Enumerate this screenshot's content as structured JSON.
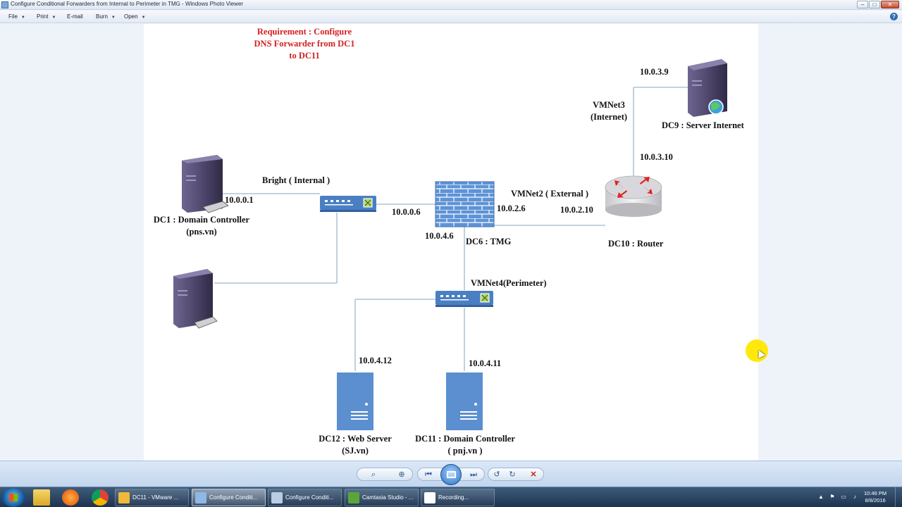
{
  "window": {
    "title": "Configure Conditional Forwarders from Internal to Perimeter in TMG - Windows Photo Viewer",
    "minimize": "–",
    "maximize": "□",
    "close": "✕"
  },
  "menu": {
    "items": [
      {
        "label": "File"
      },
      {
        "label": "Print"
      },
      {
        "label": "E-mail"
      },
      {
        "label": "Burn"
      },
      {
        "label": "Open"
      }
    ],
    "help": "?"
  },
  "diagram": {
    "requirement": [
      "Requirement : Configure",
      "DNS Forwarder from DC1",
      "to DC11"
    ],
    "labels": {
      "ip_dc9": "10.0.3.9",
      "vmnet3": [
        "VMNet3",
        "(Internet)"
      ],
      "dc9": "DC9 : Server Internet",
      "ip_router_ext": "10.0.3.10",
      "bright": "Bright ( Internal )",
      "ip_dc1": "10.0.0.1",
      "dc1": [
        "DC1 : Domain Controller",
        "(pns.vn)"
      ],
      "ip_tmg_int": "10.0.0.6",
      "vmnet2": "VMNet2 ( External )",
      "ip_tmg_ext": "10.0.2.6",
      "ip_router_int": "10.0.2.10",
      "ip_tmg_per": "10.0.4.6",
      "dc6": "DC6 : TMG",
      "dc10": "DC10 : Router",
      "vmnet4": "VMNet4(Perimeter)",
      "ip_dc12": "10.0.4.12",
      "ip_dc11": "10.0.4.11",
      "dc12": [
        "DC12 : Web Server",
        "(SJ.vn)"
      ],
      "dc11": [
        "DC11 : Domain Controller",
        "( pnj.vn )"
      ]
    }
  },
  "toolbar": {
    "zoom_icon": "magnifier-icon",
    "actual_size_icon": "actual-size-icon",
    "prev_icon": "previous-icon",
    "slideshow_icon": "slideshow-icon",
    "next_icon": "next-icon",
    "rotate_ccw_icon": "rotate-counterclockwise-icon",
    "rotate_cw_icon": "rotate-clockwise-icon",
    "delete_icon": "delete-icon"
  },
  "taskbar": {
    "tasks": [
      {
        "label": "DC11 - VMware ..."
      },
      {
        "label": "Configure Conditi..."
      },
      {
        "label": "Configure Conditi..."
      },
      {
        "label": "Camtasia Studio - ..."
      },
      {
        "label": "Recording..."
      }
    ],
    "clock_time": "10:46 PM",
    "clock_date": "8/8/2016"
  },
  "colors": {
    "switch_blue": "#4a7fc4",
    "server_blue": "#5b8fd0",
    "firewall_blue": "#5e93d6",
    "tower_purple": "#4a4266",
    "router_red": "#e32222",
    "requirement_red": "#d42020",
    "cursor_highlight": "#ffe800"
  }
}
